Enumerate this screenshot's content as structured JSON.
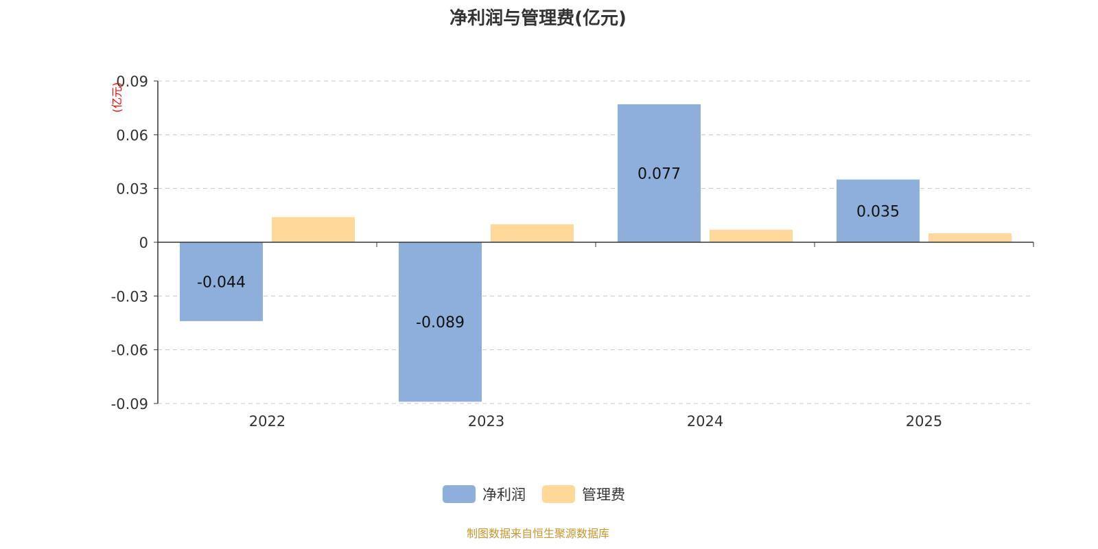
{
  "chart_data": {
    "type": "bar",
    "title": "净利润与管理费(亿元)",
    "ylabel": "(亿元)",
    "xlabel": "",
    "categories": [
      "2022",
      "2023",
      "2024",
      "2025"
    ],
    "ylim": [
      -0.09,
      0.09
    ],
    "yticks": [
      0.09,
      0.06,
      0.03,
      0,
      -0.03,
      -0.06,
      -0.09
    ],
    "ytick_labels": [
      "0.09",
      "0.06",
      "0.03",
      "0",
      "-0.03",
      "-0.06",
      "-0.09"
    ],
    "grid": true,
    "legend_position": "bottom",
    "series": [
      {
        "name": "净利润",
        "color": "#8eaedb",
        "values": [
          -0.044,
          -0.089,
          0.077,
          0.035
        ],
        "labels": [
          "-0.044",
          "-0.089",
          "0.077",
          "0.035"
        ]
      },
      {
        "name": "管理费",
        "color": "#ffd89a",
        "values": [
          0.014,
          0.01,
          0.007,
          0.005
        ]
      }
    ]
  },
  "source": "制图数据来自恒生聚源数据库"
}
